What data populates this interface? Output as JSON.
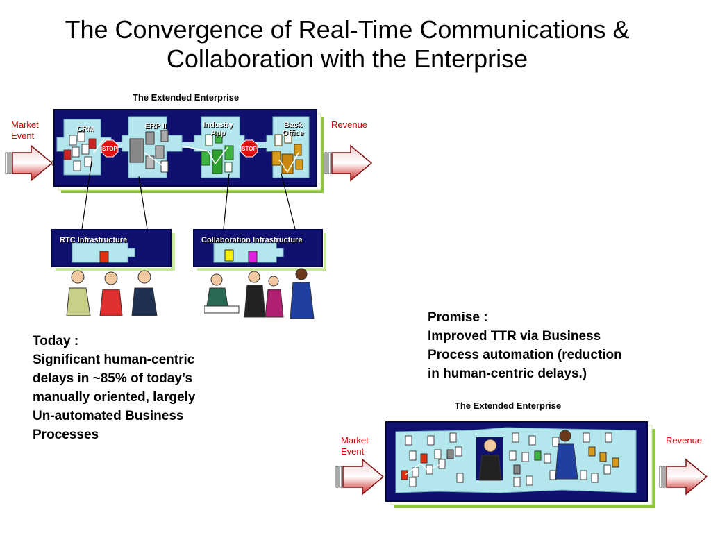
{
  "title": "The Convergence of Real-Time Communications & Collaboration with the Enterprise",
  "top_diagram": {
    "label": "The Extended Enterprise",
    "market_event": "Market Event",
    "revenue": "Revenue",
    "apps": [
      "CRM",
      "ERP II",
      "Industry App",
      "Back Office"
    ],
    "stop_label": "STOP"
  },
  "rtc_panel": {
    "label": "RTC Infrastructure"
  },
  "collab_panel": {
    "label": "Collaboration Infrastructure"
  },
  "today": {
    "heading": "Today :",
    "lines": [
      "Significant human-centric",
      "delays in ~85% of today’s",
      "manually oriented, largely",
      "Un-automated Business",
      "Processes"
    ]
  },
  "promise": {
    "heading": "Promise :",
    "lines": [
      "Improved TTR via Business",
      "Process automation (reduction",
      "in human-centric delays.)"
    ]
  },
  "bottom_diagram": {
    "label": "The Extended Enterprise",
    "market_event": "Market Event",
    "revenue": "Revenue"
  },
  "colors": {
    "navy": "#10106e",
    "panel": "#b4e6ee",
    "green_border": "#8ec63f",
    "arrow_red": "#cc2222",
    "text_red": "#cc0000"
  }
}
